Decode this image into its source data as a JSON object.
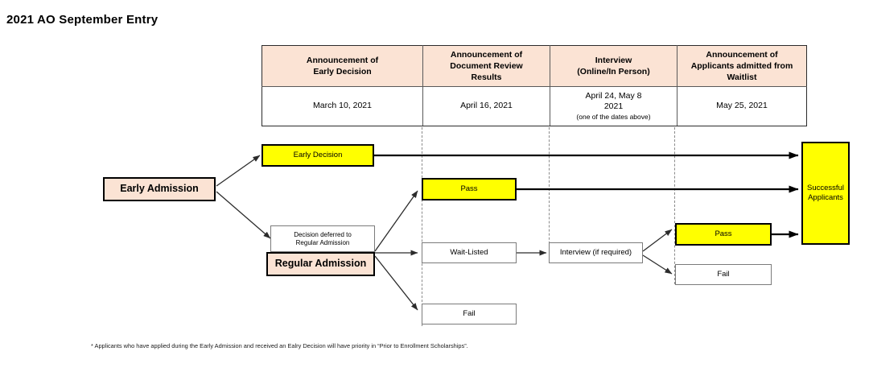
{
  "page": {
    "title": "2021 AO September Entry",
    "footnote": "* Applicants who have applied during the Early Admission and received an Ealry Decision will have priority in “Prior to Enrollment Scholarships”."
  },
  "colors": {
    "header_fill": "#fbe3d4",
    "highlight_fill": "#ffff00",
    "plain_fill": "#ffffff",
    "border_dark": "#000000",
    "border_light": "#7b7b7b",
    "guide_line": "#8a8a8a"
  },
  "schedule": {
    "columns": [
      {
        "header": "Announcement of\nEarly Decision",
        "header_line1": "Announcement of",
        "header_line2": "Early Decision",
        "header_line3": "",
        "date": "March 10, 2021",
        "date_note": ""
      },
      {
        "header": "Announcement of Document Review Results",
        "header_line1": "Announcement of",
        "header_line2": "Document Review",
        "header_line3": "Results",
        "date": "April 16, 2021",
        "date_note": ""
      },
      {
        "header": "Interview (Online/In Person)",
        "header_line1": "Interview",
        "header_line2": "(Online/In Person)",
        "header_line3": "",
        "date": "April 24, May 8",
        "date_line2": "2021",
        "date_note": "(one of the dates above)"
      },
      {
        "header": "Announcement of Applicants admitted from Waitlist",
        "header_line1": "Announcement of",
        "header_line2": "Applicants admitted from",
        "header_line3": "Waitlist",
        "date": "May 25, 2021",
        "date_note": ""
      }
    ]
  },
  "flow": {
    "early_admission": "Early Admission",
    "early_decision": "Early Decision",
    "decision_deferred_line1": "Decision deferred to",
    "decision_deferred_line2": "Regular Admission",
    "regular_admission": "Regular Admission",
    "doc_pass": "Pass",
    "doc_waitlisted": "Wait-Listed",
    "doc_fail": "Fail",
    "interview": "Interview (if required)",
    "waitlist_pass": "Pass",
    "waitlist_fail": "Fail",
    "successful_line1": "Successful",
    "successful_line2": "Applicants"
  }
}
